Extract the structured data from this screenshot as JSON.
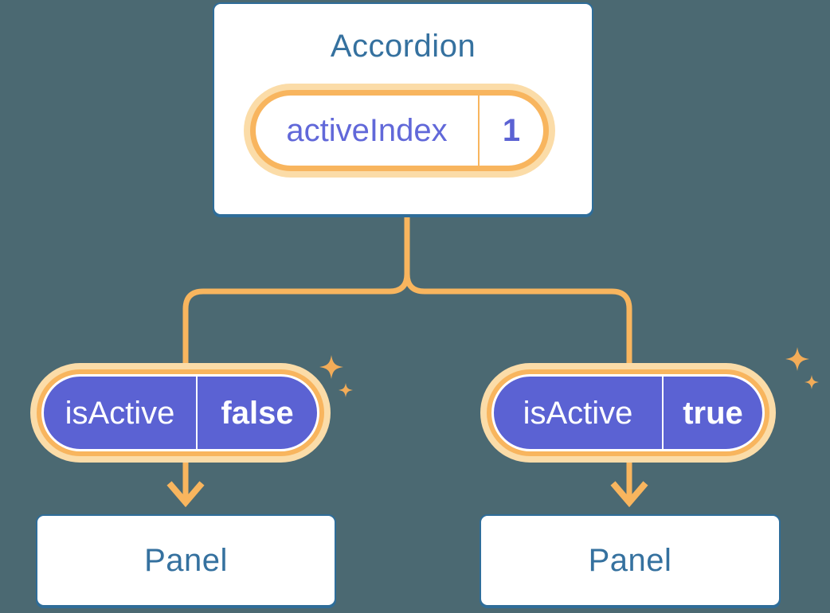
{
  "diagram": {
    "title": "Accordion",
    "root_state": {
      "label": "activeIndex",
      "value": "1"
    },
    "left_child": {
      "prop_label": "isActive",
      "prop_value": "false",
      "panel_title": "Panel"
    },
    "right_child": {
      "prop_label": "isActive",
      "prop_value": "true",
      "panel_title": "Panel"
    }
  },
  "icons": {
    "sparkle": "sparkle-icon",
    "arrow_down": "arrow-down-icon"
  },
  "colors": {
    "background": "#4B6972",
    "card_background": "#FFFFFF",
    "card_border": "#2F6D99",
    "heading_text": "#35719F",
    "connector_orange": "#F8B55E",
    "pill_halo": "#FBDCA8",
    "state_purple": "#5B62D3",
    "state_text_purple": "#6168D9",
    "prop_pill_text": "#FFFFFF",
    "sparkle_orange": "#F3AC58"
  }
}
